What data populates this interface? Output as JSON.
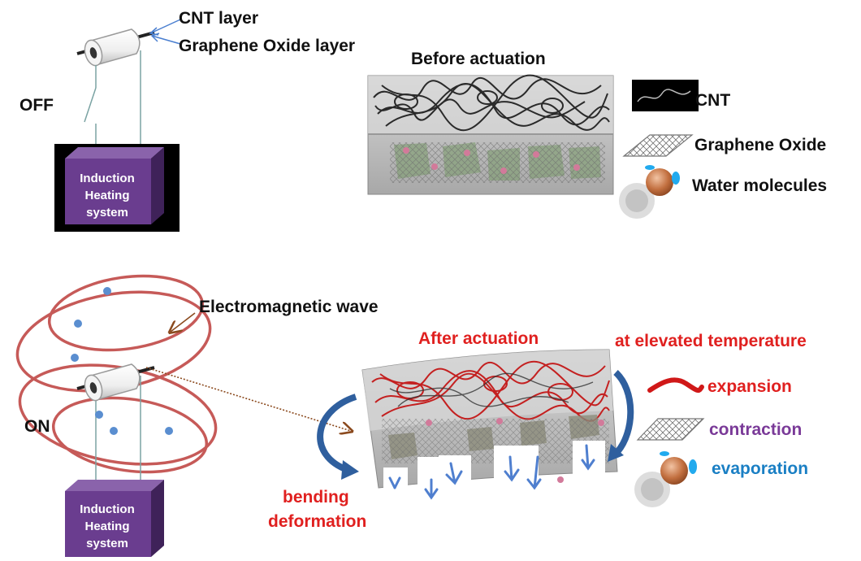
{
  "top_panel": {
    "state_label": "OFF",
    "cnt_layer_label": "CNT layer",
    "go_layer_label": "Graphene Oxide layer",
    "heater_label": [
      "Induction",
      "Heating",
      "system"
    ],
    "before_title": "Before actuation"
  },
  "legend": {
    "cnt": "CNT",
    "graphene_oxide": "Graphene Oxide",
    "water": "Water molecules"
  },
  "bottom_panel": {
    "state_label": "ON",
    "wave_label": "Electromagnetic wave",
    "heater_label": [
      "Induction",
      "Heating",
      "system"
    ],
    "after_title": "After actuation",
    "elevated_title": "at elevated temperature",
    "expansion": "expansion",
    "contraction": "contraction",
    "evaporation": "evaporation",
    "bending_line1": "bending",
    "bending_line2": "deformation"
  },
  "colors": {
    "heater_face": "#6a3d8f",
    "heater_top": "#8a63ab",
    "heater_side": "#3f2259",
    "red_text": "#e0201f",
    "purple_text": "#7a3a98",
    "blue_text": "#1a7fc4",
    "field_line": "#c65a58",
    "bend_arrow": "#2f5f9e",
    "pointer_arrow": "#8b4a1e",
    "cnt_red": "#c42020",
    "go_green": "#7f9c72"
  }
}
